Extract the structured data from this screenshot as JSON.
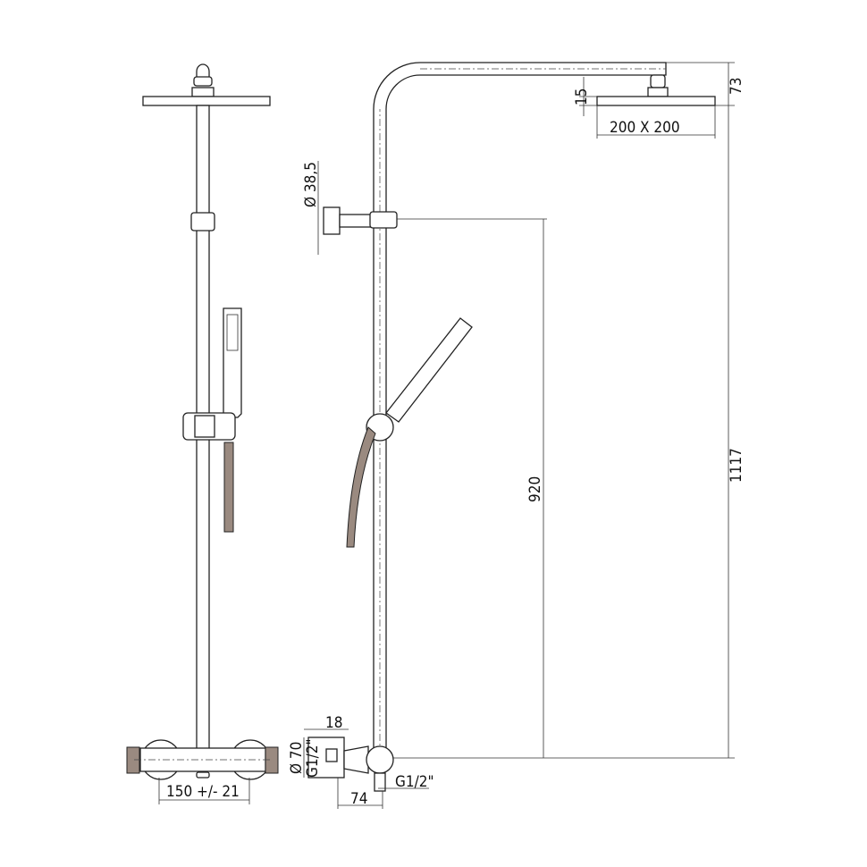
{
  "dimensions": {
    "head_offset": "73",
    "head_thickness": "15",
    "head_size": "200 X 200",
    "rail_diameter": "Ø 38,5",
    "bracket_height": "920",
    "total_height": "1117",
    "connector_depth": "18",
    "connector_diameter": "Ø 70",
    "connector_thread": "G1/2\"",
    "outlet_thread": "G1/2\"",
    "wall_distance": "74",
    "inlet_spacing": "150 +/- 21"
  },
  "colors": {
    "line": "#222222",
    "knurl": "#9a8a80"
  }
}
